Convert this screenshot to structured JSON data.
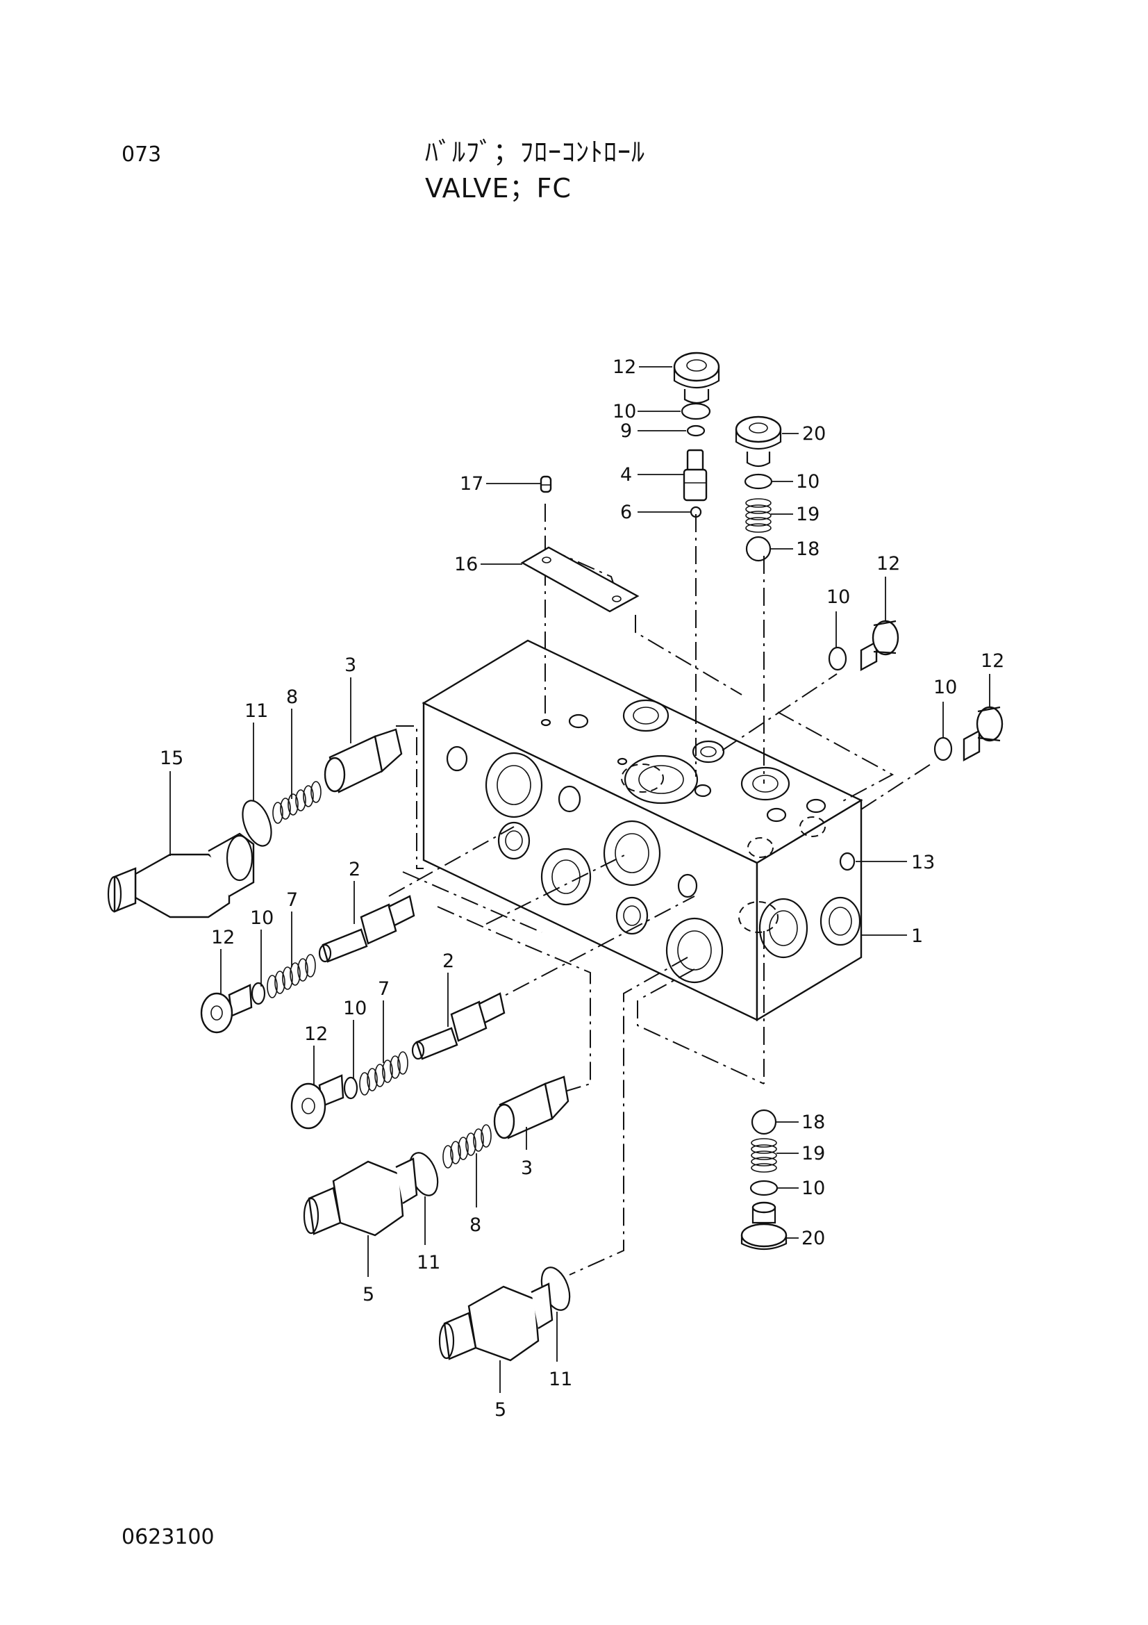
{
  "header": {
    "page_number": "073",
    "title_jp": "ﾊﾞﾙﾌﾞ；ﾌﾛｰｺﾝﾄﾛｰﾙ",
    "title_en": "VALVE；FC"
  },
  "footer": {
    "doc_code": "0623100"
  },
  "callouts": {
    "top_plug": "12",
    "top_oring": "10",
    "top_ring": "9",
    "top_insert": "4",
    "top_ball": "6",
    "top_plug_right": "20",
    "top_oring_right": "10",
    "top_spring_right": "19",
    "top_ball_right": "18",
    "pin": "17",
    "plate": "16",
    "right_plug_a": "12",
    "right_oring_a": "10",
    "right_plug_b": "12",
    "right_oring_b": "10",
    "port_13": "13",
    "body_1": "1",
    "left_adapter": "15",
    "left_oring": "11",
    "left_spring": "8",
    "left_poppet": "3",
    "spool_a": "2",
    "spring_a": "7",
    "oring_a": "10",
    "plug_a": "12",
    "spool_b": "2",
    "spring_b": "7",
    "oring_b": "10",
    "plug_b": "12",
    "poppet_b": "3",
    "spring_c": "8",
    "oring_c": "11",
    "adapter_c": "5",
    "oring_d": "11",
    "adapter_d": "5",
    "bottom_ball": "18",
    "bottom_spring": "19",
    "bottom_oring": "10",
    "bottom_plug": "20"
  }
}
